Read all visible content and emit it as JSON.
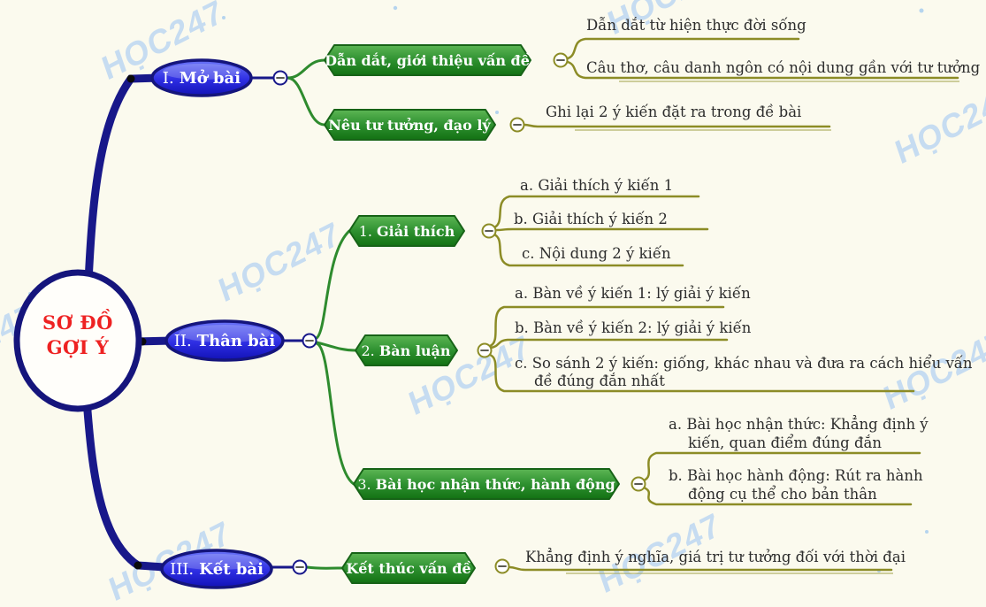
{
  "watermark": {
    "text": "HỌC247"
  },
  "title_node": {
    "line1": "SƠ ĐỒ",
    "line2": "GỢI Ý",
    "color": "#ee2222"
  },
  "colors": {
    "background": "#fbfaee",
    "trunk_navy": "#18188a",
    "branch_green": "#2e8b2e",
    "branch_olive": "#8c8c26",
    "green_box": "#2e9130",
    "blue_ellipse": "#2d2de2",
    "watermark_blue": "#c6dcf1"
  },
  "branches": [
    {
      "numeral": "I.",
      "label": "Mở bài",
      "topics": [
        {
          "prefix": "",
          "label": "Dẫn dắt, giới thiệu vấn đề",
          "leaves": [
            {
              "lines": [
                "Dẫn dắt từ hiện thực đời sống"
              ]
            },
            {
              "lines": [
                "Câu thơ, câu danh ngôn có nội dung gần với tư tưởng"
              ]
            }
          ]
        },
        {
          "prefix": "",
          "label": "Nêu tư tưởng, đạo lý",
          "leaves": [
            {
              "lines": [
                "Ghi lại 2 ý kiến đặt ra trong đề bài"
              ]
            }
          ]
        }
      ]
    },
    {
      "numeral": "II.",
      "label": "Thân bài",
      "topics": [
        {
          "prefix": "1.",
          "label": "Giải thích",
          "leaves": [
            {
              "lines": [
                "a. Giải thích ý kiến 1"
              ]
            },
            {
              "lines": [
                "b. Giải thích ý kiến 2"
              ]
            },
            {
              "lines": [
                "c. Nội dung 2 ý kiến"
              ]
            }
          ]
        },
        {
          "prefix": "2.",
          "label": "Bàn luận",
          "leaves": [
            {
              "lines": [
                "a. Bàn về ý kiến 1: lý giải ý kiến"
              ]
            },
            {
              "lines": [
                "b. Bàn về ý kiến 2: lý giải ý kiến"
              ]
            },
            {
              "lines": [
                "c. So sánh 2 ý kiến: giống, khác nhau và đưa ra cách hiểu vấn",
                "đề đúng đắn nhất"
              ]
            }
          ]
        },
        {
          "prefix": "3.",
          "label": "Bài học nhận thức, hành động",
          "leaves": [
            {
              "lines": [
                "a. Bài học nhận thức: Khẳng định ý",
                "kiến, quan điểm đúng đắn"
              ]
            },
            {
              "lines": [
                "b. Bài học hành động: Rút ra hành",
                "động cụ thể cho bản thân"
              ]
            }
          ]
        }
      ]
    },
    {
      "numeral": "III.",
      "label": "Kết bài",
      "topics": [
        {
          "prefix": "",
          "label": "Kết thúc vấn đề",
          "leaves": [
            {
              "lines": [
                "Khẳng định ý nghĩa, giá trị tư tưởng đối với thời đại"
              ]
            }
          ]
        }
      ]
    }
  ]
}
